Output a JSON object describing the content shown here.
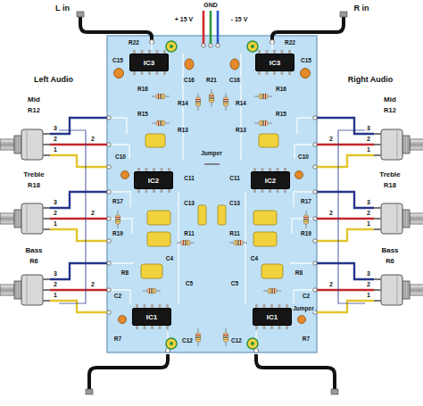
{
  "diagram": {
    "nodes": [
      {
        "text": [
          "IC3"
        ]
      },
      {
        "text": [
          "IC3"
        ]
      },
      {
        "text": [
          "IC2"
        ]
      },
      {
        "text": [
          "IC2"
        ]
      },
      {
        "text": [
          "IC1"
        ]
      },
      {
        "text": [
          "IC1"
        ]
      }
    ],
    "labels": [
      "L in",
      "R in",
      "GND",
      "+ 15 V",
      "- 15 V",
      "Left Audio",
      "Right Audio",
      "Mid",
      "R12",
      "Treble",
      "R18",
      "Bass",
      "R6",
      "Mid",
      "R12",
      "Treble",
      "R18",
      "Bass",
      "R6",
      "3",
      "2",
      "1",
      "3",
      "2",
      "1",
      "3",
      "2",
      "1",
      "3",
      "2",
      "1",
      "3",
      "2",
      "1",
      "3",
      "2",
      "1",
      "2",
      "2",
      "2",
      "2",
      "2",
      "2",
      "R22",
      "C15",
      "C16",
      "R16",
      "R14",
      "R15",
      "R13",
      "C10",
      "C11",
      "R17",
      "C13",
      "R19",
      "R11",
      "C4",
      "R8",
      "C2",
      "C5",
      "R7",
      "C12",
      "R22",
      "C15",
      "C16",
      "R16",
      "R14",
      "R15",
      "R13",
      "C10",
      "C11",
      "R17",
      "C13",
      "R19",
      "R11",
      "C4",
      "R8",
      "C2",
      "C5",
      "R7",
      "C12",
      "R21",
      "Jumper",
      "Jumper"
    ]
  }
}
